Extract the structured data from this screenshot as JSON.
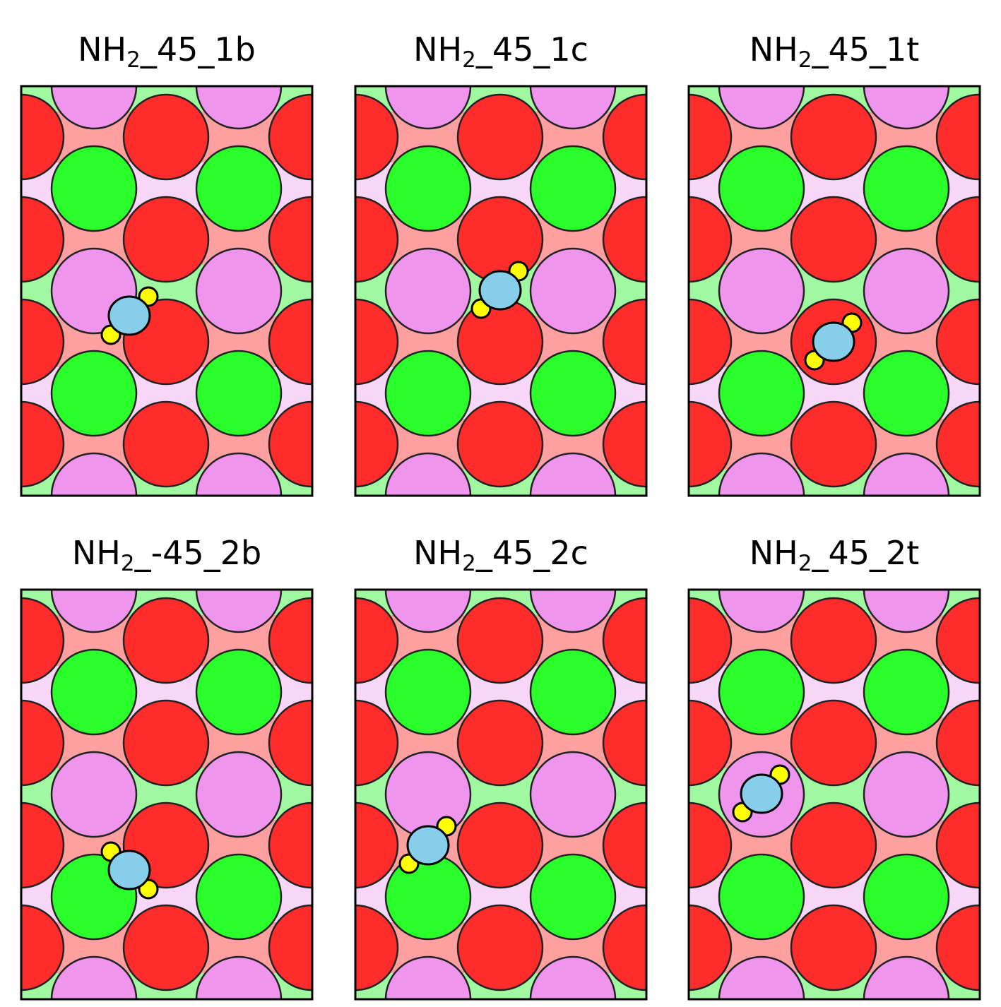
{
  "colors": {
    "pink_atom": "#f095ee",
    "red_atom": "#ff2c2c",
    "green_atom": "#2bff2b",
    "bg_green": "#a0f9a0",
    "bg_red": "#ffa0a0",
    "bg_pink": "#f8d6f7",
    "nitrogen": "#87ceeb",
    "hydrogen": "#ffff00",
    "outline": "#000000"
  },
  "panels": [
    {
      "title_pre": "NH",
      "title_sub": "2",
      "title_post": "_45_1b"
    },
    {
      "title_pre": "NH",
      "title_sub": "2",
      "title_post": "_45_1c"
    },
    {
      "title_pre": "NH",
      "title_sub": "2",
      "title_post": "_45_1t"
    },
    {
      "title_pre": "NH",
      "title_sub": "2",
      "title_post": "_-45_2b"
    },
    {
      "title_pre": "NH",
      "title_sub": "2",
      "title_post": "_45_2c"
    },
    {
      "title_pre": "NH",
      "title_sub": "2",
      "title_post": "_45_2t"
    }
  ]
}
